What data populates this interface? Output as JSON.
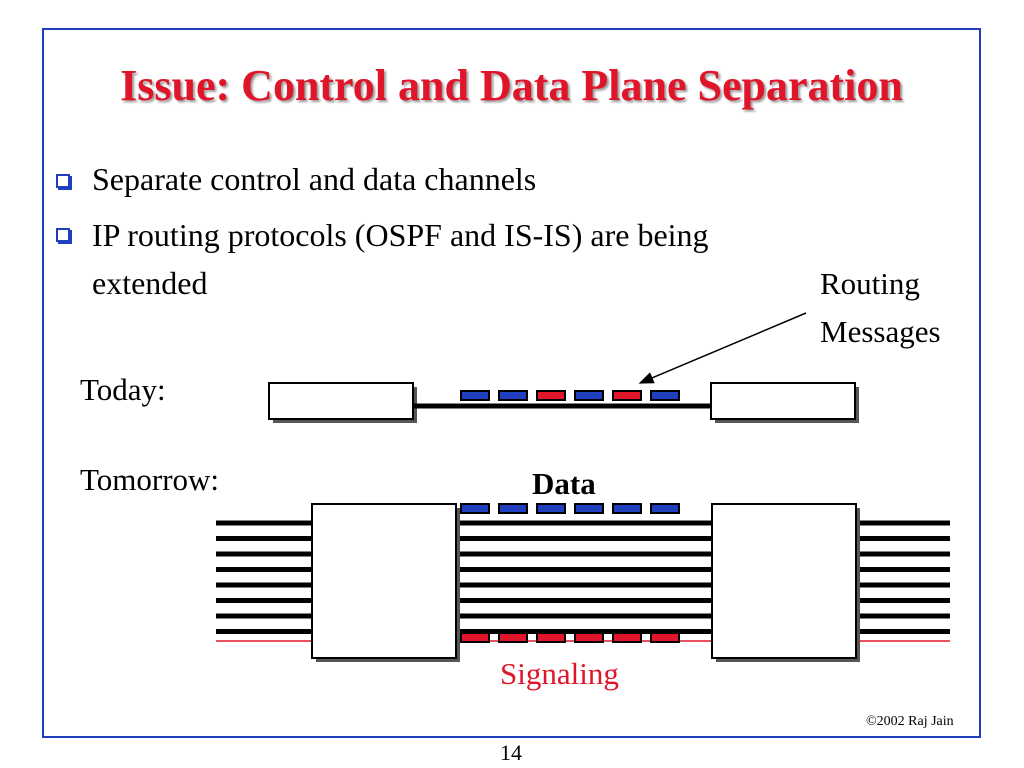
{
  "slide": {
    "title": "Issue: Control and Data Plane Separation",
    "bullets": [
      {
        "line1": "Separate control and data channels"
      },
      {
        "line1": "IP routing protocols (OSPF and IS-IS) are being",
        "line2": "extended"
      }
    ],
    "callout": {
      "line1": "Routing",
      "line2": "Messages"
    },
    "today_label": "Today:",
    "tomorrow_label": "Tomorrow:",
    "data_label": "Data",
    "signaling_label": "Signaling",
    "copyright": "©2002 Raj Jain",
    "page_number": "14"
  },
  "colors": {
    "title": "#e0152a",
    "border": "#1f3fbf",
    "blue_packet": "#1f3fbf",
    "red_packet": "#e0152a",
    "signaling_line": "#e0152a"
  },
  "diagram": {
    "today_packet_colors": [
      "blue",
      "blue",
      "red",
      "blue",
      "red",
      "blue"
    ],
    "data_packet_colors": [
      "blue",
      "blue",
      "blue",
      "blue",
      "blue",
      "blue"
    ],
    "signaling_packet_colors": [
      "red",
      "red",
      "red",
      "red",
      "red",
      "red"
    ],
    "fiber_line_count": 8
  }
}
